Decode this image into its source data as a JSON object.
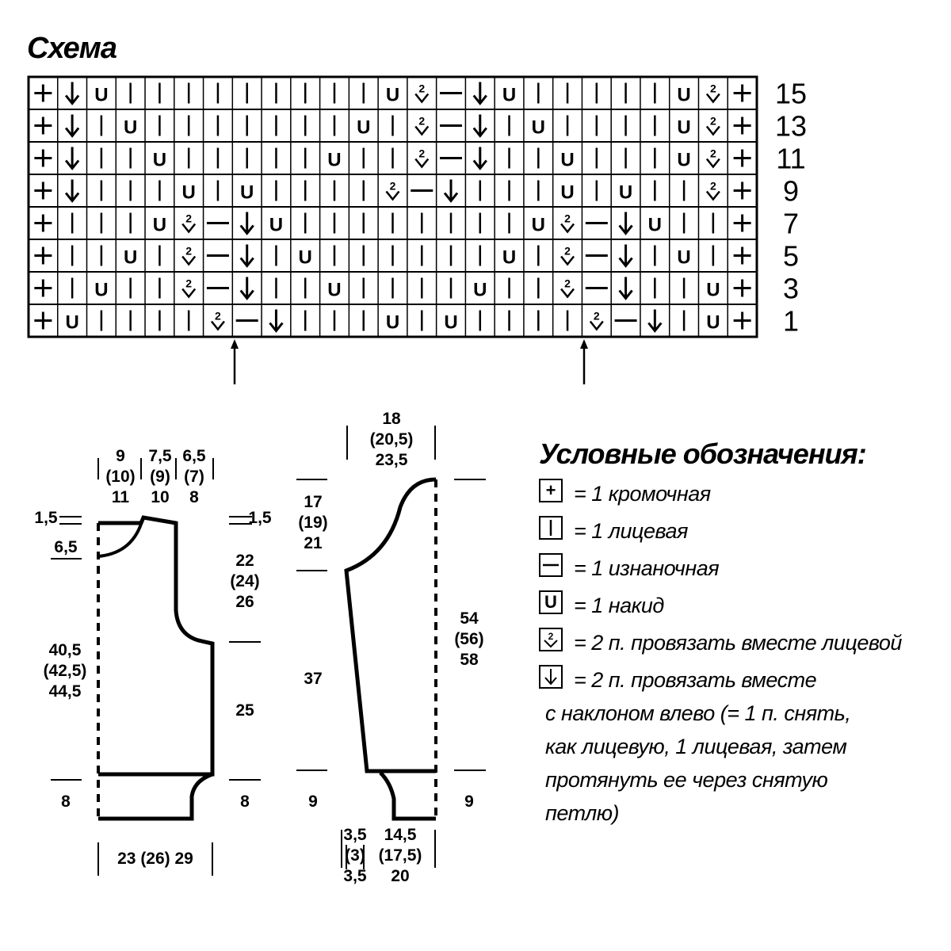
{
  "chart": {
    "title": "Схема",
    "row_numbers": [
      "15",
      "13",
      "11",
      "9",
      "7",
      "5",
      "3",
      "1"
    ],
    "grid_rows": [
      "+vUIIIIIIIIIUK-vUIIIIIIUK+",
      "+vIUIIIIIIIUIK-vIUIIIIIUIK+",
      "+vIIUIIIIIUIIK-vIIUIIIUIIK+",
      "+vIIIUIUIIIIK-vIIIUIUIIIK+",
      "+IIIUK-vUIIIIIIIIUK-vUIII+",
      "+IIUIK-vIUIIIIIIUIK-vIUII+",
      "+IUIIK-vIIUIIIIUIIK-vIIUI+",
      "+UIIIIK-vIIIUIUIIIIK-vIIIIU+"
    ]
  },
  "dims": {
    "front_top_1": [
      "9",
      "(10)",
      "11"
    ],
    "front_top_2": [
      "7,5",
      "(9)",
      "10"
    ],
    "front_top_3": [
      "6,5",
      "(7)",
      "8"
    ],
    "front_neck_left": "1,5",
    "front_neck_depth": "6,5",
    "front_neck_right": "1,5",
    "front_armhole": [
      "22",
      "(24)",
      "26"
    ],
    "front_length": [
      "40,5",
      "(42,5)",
      "44,5"
    ],
    "front_side": "25",
    "front_rib_left": "8",
    "front_rib_right": "8",
    "front_width": "23 (26) 29",
    "sleeve_top": [
      "18",
      "(20,5)",
      "23,5"
    ],
    "sleeve_cap": [
      "17",
      "(19)",
      "21"
    ],
    "sleeve_seam": "37",
    "sleeve_length": [
      "54",
      "(56)",
      "58"
    ],
    "sleeve_rib_left": "9",
    "sleeve_rib_right": "9",
    "sleeve_bottom_left": [
      "3,5",
      "(3)",
      "3,5"
    ],
    "sleeve_bottom_right": [
      "14,5",
      "(17,5)",
      "20"
    ]
  },
  "legend": {
    "title": "Условные обозначения:",
    "items": [
      {
        "key": "+",
        "icon": "plus-icon",
        "text": "= 1 кромочная"
      },
      {
        "key": "|",
        "icon": "knit-icon",
        "text": "= 1 лицевая"
      },
      {
        "key": "—",
        "icon": "purl-icon",
        "text": "= 1 изнаночная"
      },
      {
        "key": "U",
        "icon": "yarn-over-icon",
        "text": "= 1 накид"
      },
      {
        "key": "",
        "icon": "k2tog-icon",
        "text": "= 2 п. провязать вместе лицевой"
      },
      {
        "key": "",
        "icon": "ssk-icon",
        "text": "= 2 п. провязать вместе",
        "continuation": [
          "с наклоном влево (= 1 п. снять,",
          "как лицевую, 1 лицевая, затем",
          "протянуть ее через снятую",
          "петлю)"
        ]
      }
    ]
  }
}
